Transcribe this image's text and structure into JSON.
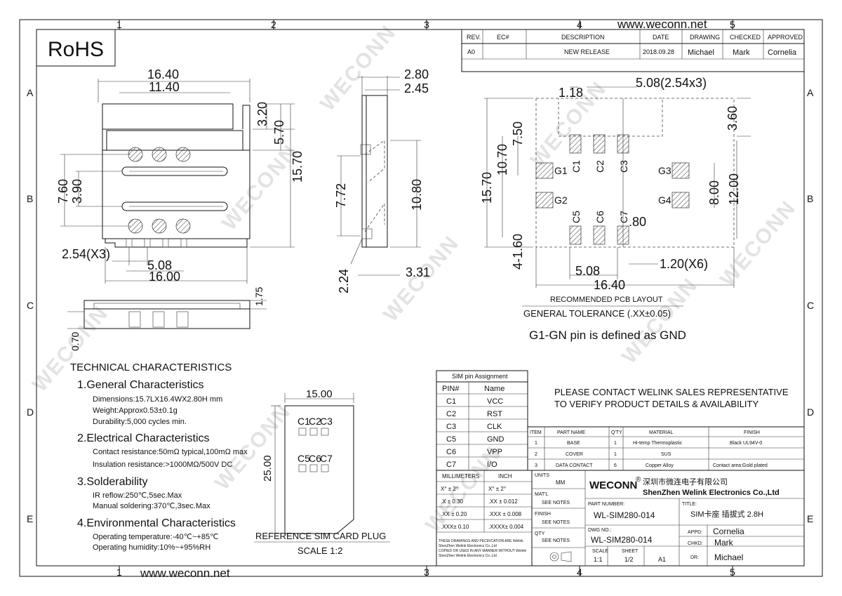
{
  "website": "www.weconn.net",
  "watermark": "WECONN",
  "rohs": "RoHS",
  "border": {
    "columns": [
      "1",
      "2",
      "3",
      "4",
      "5"
    ],
    "rows": [
      "A",
      "B",
      "C",
      "D",
      "E"
    ]
  },
  "revision": {
    "headers": [
      "REV.",
      "EC#",
      "DESCRIPTION",
      "DATE",
      "DRAWING",
      "CHECKED",
      "APPROVED"
    ],
    "row": [
      "A0",
      "",
      "NEW RELEASE",
      "2018.09.28",
      "Michael",
      "Mark",
      "Cornelia"
    ]
  },
  "front_view": {
    "dims": [
      "16.40",
      "11.40",
      "3.20",
      "5.70",
      "15.70",
      "7.60",
      "3.90",
      "2.54(X3)",
      "5.08",
      "16.00"
    ]
  },
  "side_view": {
    "dims": [
      "2.80",
      "2.45",
      "7.72",
      "10.80",
      "2.24",
      "3.31"
    ]
  },
  "bottom_view": {
    "dims": [
      "1.75",
      "0.70"
    ]
  },
  "pcb_layout": {
    "dims": [
      "1.18",
      "5.08(2.54x3)",
      "3.60",
      "15.70",
      "10.70",
      "7.50",
      "8.00",
      "12.00",
      ".80",
      "4-1.60",
      "5.08",
      "1.20(X6)",
      "16.40"
    ],
    "pads": [
      "C1",
      "C2",
      "C3",
      "G1",
      "G2",
      "G3",
      "G4",
      "C5",
      "C6",
      "C7"
    ],
    "title": "RECOMMENDED PCB LAYOUT",
    "tolerance": "GENERAL TOLERANCE (.XX±0.05)",
    "gnd_note": "G1-GN pin is defined as GND"
  },
  "technical": {
    "title": "TECHNICAL CHARACTERISTICS",
    "sections": [
      {
        "heading": "1.General Characteristics",
        "lines": [
          "Dimensions:15.7LX16.4WX2.80H mm",
          "Weight:Approx0.53±0.1g",
          "Durability:5,000 cycles min."
        ]
      },
      {
        "heading": "2.Electrical Characteristics",
        "lines": [
          "Contact resistance:50mΩ typical,100mΩ max",
          "Insulation resistance:>1000MΩ/500V DC"
        ]
      },
      {
        "heading": "3.Solderability",
        "lines": [
          "IR reflow:250℃,5sec.Max",
          "Manual soldering:370℃,3sec.Max"
        ]
      },
      {
        "heading": "4.Environmental Characteristics",
        "lines": [
          "Operating temperature:-40℃~+85℃",
          "Operating humidity:10%~+95%RH"
        ]
      }
    ]
  },
  "sim_card": {
    "width": "15.00",
    "height": "25.00",
    "contacts": [
      "C1",
      "C2",
      "C3",
      "C5",
      "C6",
      "C7"
    ],
    "title": "REFERENCE SIM CARD PLUG",
    "scale": "SCALE 1:2"
  },
  "pin_table": {
    "title": "SIM pin Assignment",
    "headers": [
      "PIN#",
      "Name"
    ],
    "rows": [
      [
        "C1",
        "VCC"
      ],
      [
        "C2",
        "RST"
      ],
      [
        "C3",
        "CLK"
      ],
      [
        "C5",
        "GND"
      ],
      [
        "C6",
        "VPP"
      ],
      [
        "C7",
        "I/O"
      ]
    ]
  },
  "contact_note": [
    "PLEASE CONTACT WELINK SALES REPRESENTATIVE",
    "TO VERIFY PRODUCT DETAILS & AVAILABILITY"
  ],
  "bom": {
    "headers": [
      "ITEM",
      "PART NAME",
      "Q'TY",
      "MATERIAL",
      "FINISH"
    ],
    "rows": [
      [
        "1",
        "BASE",
        "1",
        "Hi-temp Thermoplastic",
        "Black UL94V-0"
      ],
      [
        "2",
        "COVER",
        "1",
        "SUS",
        ""
      ],
      [
        "3",
        "DATA CONTACT",
        "6",
        "Copper Alloy",
        "Contact area:Gold plated"
      ]
    ]
  },
  "tolerance_table": {
    "headers": [
      "MILLIMETERS",
      "INCH"
    ],
    "rows": [
      [
        "X° ± 2°",
        "X° ± 2°"
      ],
      [
        ".X ± 0.30",
        ".XX ± 0.012"
      ],
      [
        ".XX ± 0.20",
        ".XXX ± 0.008"
      ],
      [
        ".XXX± 0.10",
        ".XXXX± 0.004"
      ]
    ],
    "note": [
      "THESE DRAWINGS AND PECIFICATION ARE Welink",
      "ShenZhen Welink Electronics Co.,Ltd",
      "COPIED OR USED IN ANY MANNER WITHOUT Welink",
      "ShenZhen Welink Electronics Co.,Ltd"
    ]
  },
  "title_block": {
    "units_label": "UNITS",
    "units": "MM",
    "matl_label": "MAT'L",
    "matl": "SEE NOTES",
    "finish_label": "FINISH",
    "finish": "SEE NOTES",
    "qty_label": "QTY",
    "qty": "SEE NOTES",
    "brand": "WECONN",
    "reg": "®",
    "company_cn": "深圳市微连电子有限公司",
    "company_en": "ShenZhen Welink Electronics Co.,Ltd",
    "part_label": "PART NUMBER:",
    "part": "WL-SIM280-014",
    "title_label": "TITLE:",
    "title": "SIM卡座 插拔式 2.8H",
    "dwg_label": "DWG NO.:",
    "dwg": "WL-SIM280-014",
    "appd_label": "APPD:",
    "appd": "Cornelia",
    "chkd_label": "CHKD:",
    "chkd": "Mark",
    "dr_label": "DR:",
    "dr": "Michael",
    "scale_label": "SCALE",
    "scale": "1:1",
    "sheet_label": "SHEET",
    "sheet": "1/2",
    "size": "A1"
  }
}
